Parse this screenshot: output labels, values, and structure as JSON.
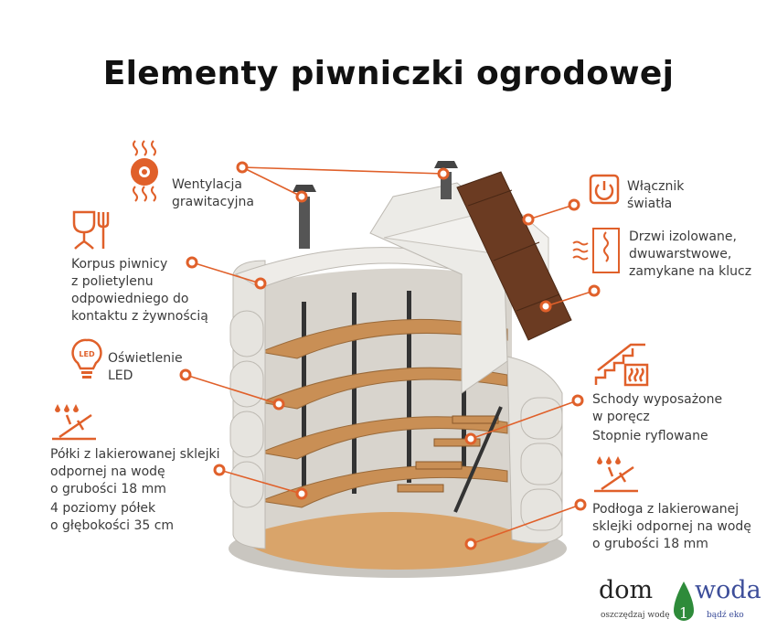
{
  "title": "Elementy piwniczki ogrodowej",
  "colors": {
    "accent": "#e0602a",
    "text": "#3b3b3b",
    "wood": "#c98f55",
    "shell": "#e6e4df"
  },
  "labels": {
    "ventilation": [
      "Wentylacja",
      "grawitacyjna"
    ],
    "body": [
      "Korpus piwnicy",
      "z polietylenu",
      "odpowiedniego do",
      "kontaktu z żywnością"
    ],
    "lighting": [
      "Oświetlenie",
      "LED"
    ],
    "shelves": [
      "Półki z lakierowanej sklejki",
      "odpornej na wodę",
      "o grubości 18 mm"
    ],
    "shelf_levels": [
      "4 poziomy półek",
      "o głębokości 35 cm"
    ],
    "switch": [
      "Włącznik",
      "światła"
    ],
    "door": [
      "Drzwi izolowane,",
      "dwuwarstwowe,",
      "zamykane na klucz"
    ],
    "stairs": [
      "Schody  wyposażone",
      "w poręcz"
    ],
    "steps": "Stopnie  ryflowane",
    "floor": [
      "Podłoga z lakierowanej",
      "sklejki odpornej na wodę",
      "o grubości 18 mm"
    ]
  },
  "icons": {
    "ventilation": "fan-icon",
    "body": "food-safe-icon",
    "lighting": "led-bulb-icon",
    "shelves": "water-resistant-icon",
    "switch": "power-switch-icon",
    "door": "insulated-door-icon",
    "stairs": "heated-stairs-icon",
    "floor": "water-resistant-icon"
  },
  "logo": {
    "left": "dom",
    "right": "woda",
    "drop_char": "1",
    "slogan_left": "oszczędzaj wodę",
    "slogan_right": "bądź eko"
  }
}
